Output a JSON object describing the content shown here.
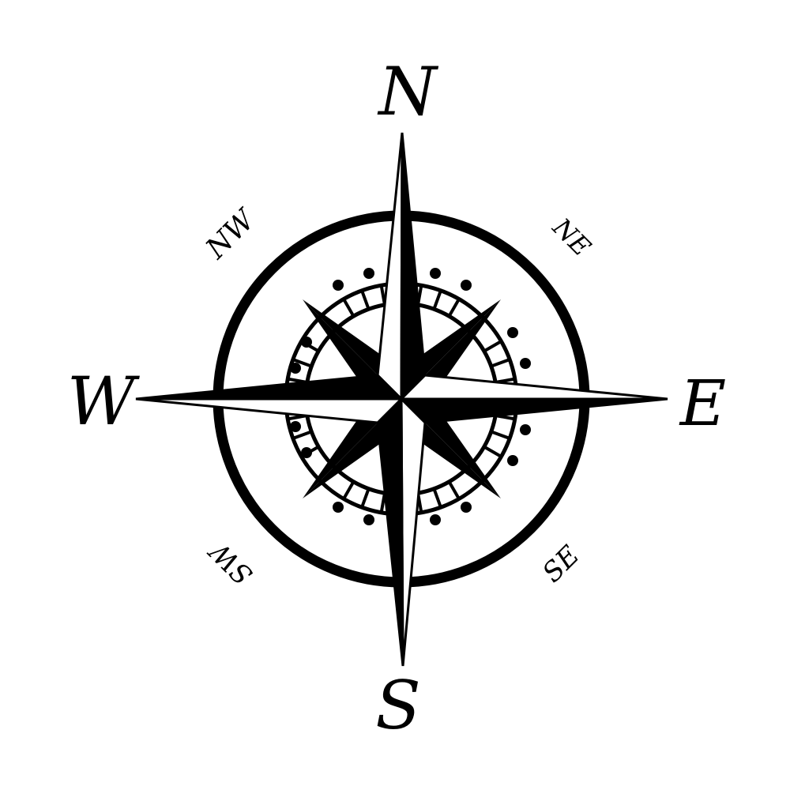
{
  "compass": {
    "colors": {
      "ink": "#000000",
      "background": "#ffffff"
    },
    "cardinal_labels": {
      "north": "N",
      "east": "E",
      "south": "S",
      "west": "W"
    },
    "intercardinal_labels": {
      "northwest": "NW",
      "northeast": "NE",
      "southwest": "SW",
      "southeast": "SE"
    }
  }
}
